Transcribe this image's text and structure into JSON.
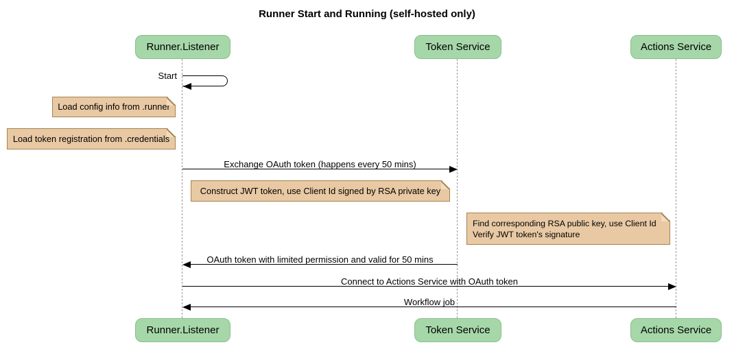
{
  "title": "Runner Start and Running (self-hosted only)",
  "participants": [
    {
      "name": "Runner.Listener"
    },
    {
      "name": "Token Service"
    },
    {
      "name": "Actions Service"
    }
  ],
  "messages": {
    "start": {
      "label": "Start",
      "kind": "self",
      "from": "Runner.Listener",
      "to": "Runner.Listener"
    },
    "exchange": {
      "label": "Exchange OAuth token (happens every 50 mins)",
      "from": "Runner.Listener",
      "to": "Token Service"
    },
    "oauth_return": {
      "label": "OAuth token with limited permission and valid for 50 mins",
      "from": "Token Service",
      "to": "Runner.Listener"
    },
    "connect": {
      "label": "Connect to Actions Service with OAuth token",
      "from": "Runner.Listener",
      "to": "Actions Service"
    },
    "workflow": {
      "label": "Workflow job",
      "from": "Actions Service",
      "to": "Runner.Listener"
    }
  },
  "notes": {
    "load_config": {
      "text": "Load config info from .runner"
    },
    "load_token": {
      "text": "Load token registration from .credentials"
    },
    "construct_jwt": {
      "text": "Construct JWT token, use Client Id signed by RSA private key"
    },
    "verify_jwt": {
      "text": "Find corresponding RSA public key, use Client Id\nVerify JWT token's signature"
    }
  },
  "colors": {
    "actor-fill": "#a6d7a9",
    "actor-border": "#8abe8d",
    "note-fill": "#e8c9a4",
    "note-border": "#a5834f",
    "lifeline": "#999999",
    "line": "#000000",
    "background": "#ffffff",
    "text": "#000000"
  }
}
